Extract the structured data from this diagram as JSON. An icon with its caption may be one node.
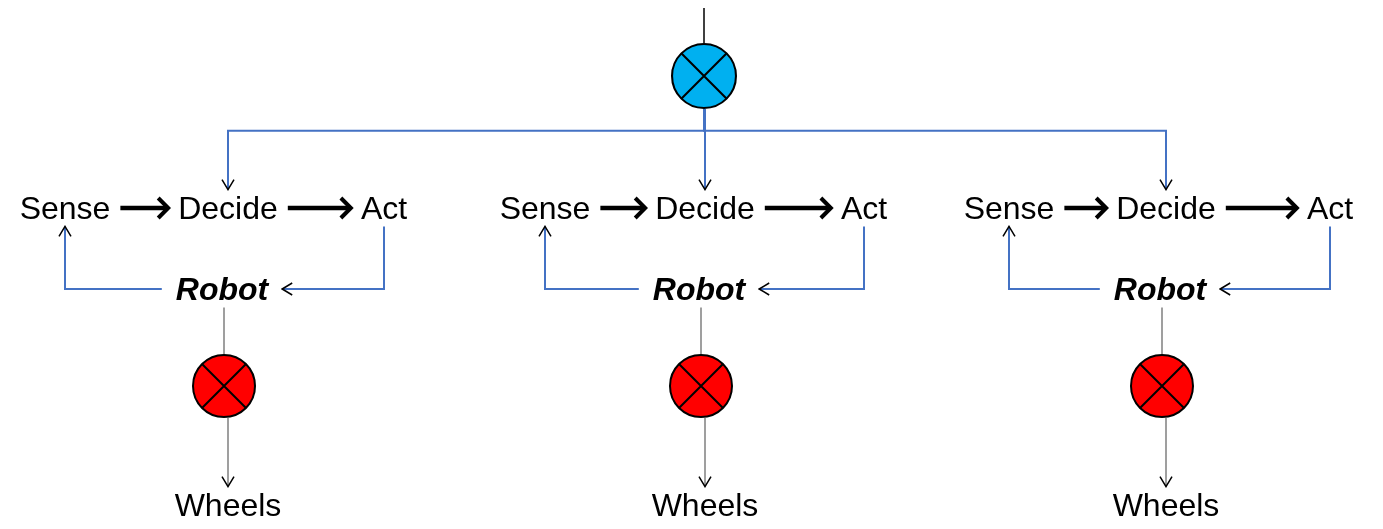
{
  "diagram": {
    "nodes": [
      {
        "text": [],
        "shape": "circle"
      },
      {
        "text": [
          "Sense"
        ]
      },
      {
        "text": [
          "Decide"
        ]
      },
      {
        "text": [
          "Act"
        ]
      },
      {
        "text": [
          "Sense"
        ]
      },
      {
        "text": [
          "Decide"
        ]
      },
      {
        "text": [
          "Act"
        ]
      },
      {
        "text": [
          "Sense"
        ]
      },
      {
        "text": [
          "Decide"
        ]
      },
      {
        "text": [
          "Act"
        ]
      },
      {
        "text": [
          "Robot"
        ]
      },
      {
        "text": [
          "Robot"
        ]
      },
      {
        "text": [
          "Robot"
        ]
      },
      {
        "text": [],
        "shape": "circle"
      },
      {
        "text": [],
        "shape": "circle"
      },
      {
        "text": [],
        "shape": "circle"
      },
      {
        "text": [
          "Wheels"
        ]
      },
      {
        "text": [
          "Wheels"
        ]
      },
      {
        "text": [
          "Wheels"
        ]
      }
    ],
    "edges": [
      {
        "from": null,
        "to": 0,
        "arrow": "none",
        "color": "#000000"
      },
      {
        "from": 0,
        "to": 2,
        "arrow": "to"
      },
      {
        "from": 0,
        "to": 5,
        "arrow": "to"
      },
      {
        "from": 0,
        "to": 8,
        "arrow": "to"
      },
      {
        "from": 1,
        "to": 2,
        "arrow": "to",
        "style": "thick",
        "color": "#000000"
      },
      {
        "from": 2,
        "to": 3,
        "arrow": "to",
        "style": "thick",
        "color": "#000000"
      },
      {
        "from": 4,
        "to": 5,
        "arrow": "to",
        "style": "thick",
        "color": "#000000"
      },
      {
        "from": 5,
        "to": 6,
        "arrow": "to",
        "style": "thick",
        "color": "#000000"
      },
      {
        "from": 7,
        "to": 8,
        "arrow": "to",
        "style": "thick",
        "color": "#000000"
      },
      {
        "from": 8,
        "to": 9,
        "arrow": "to",
        "style": "thick",
        "color": "#000000"
      },
      {
        "from": 3,
        "to": 10,
        "arrow": "to"
      },
      {
        "from": 10,
        "to": 1,
        "arrow": "to"
      },
      {
        "from": 6,
        "to": 11,
        "arrow": "to"
      },
      {
        "from": 11,
        "to": 4,
        "arrow": "to"
      },
      {
        "from": 9,
        "to": 12,
        "arrow": "to"
      },
      {
        "from": 12,
        "to": 7,
        "arrow": "to"
      },
      {
        "from": 10,
        "to": 13,
        "arrow": "none",
        "color": "#7f7f7f"
      },
      {
        "from": 11,
        "to": 14,
        "arrow": "none",
        "color": "#7f7f7f"
      },
      {
        "from": 12,
        "to": 15,
        "arrow": "none",
        "color": "#7f7f7f"
      },
      {
        "from": 13,
        "to": 16,
        "arrow": "to",
        "color": "#7f7f7f"
      },
      {
        "from": 14,
        "to": 17,
        "arrow": "to",
        "color": "#7f7f7f"
      },
      {
        "from": 15,
        "to": 18,
        "arrow": "to",
        "color": "#7f7f7f"
      }
    ]
  }
}
